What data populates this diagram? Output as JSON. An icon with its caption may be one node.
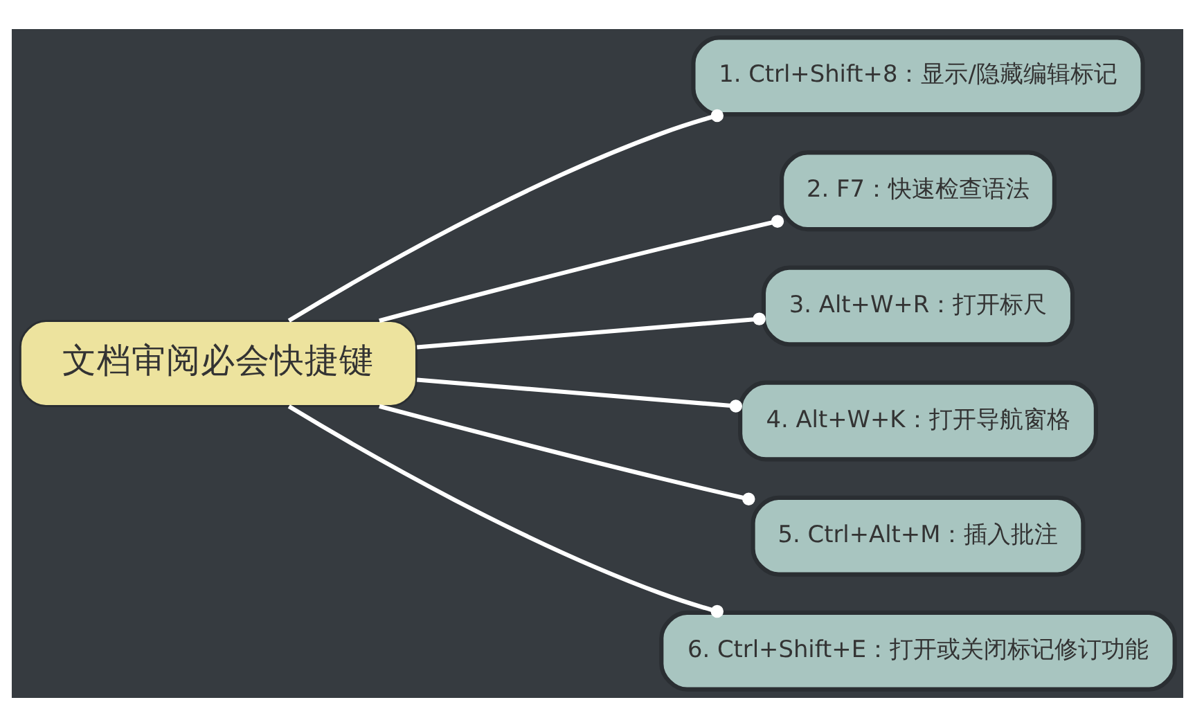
{
  "diagram": {
    "nodes": [
      {
        "text": [
          "文档审阅必会快捷键"
        ]
      },
      {
        "text": [
          "1. Ctrl+Shift+8：显示/隐藏编辑标记"
        ]
      },
      {
        "text": [
          "2. F7：快速检查语法"
        ]
      },
      {
        "text": [
          "3. Alt+W+R：打开标尺"
        ]
      },
      {
        "text": [
          "4. Alt+W+K：打开导航窗格"
        ]
      },
      {
        "text": [
          "5. Ctrl+Alt+M：插入批注"
        ]
      },
      {
        "text": [
          "6. Ctrl+Shift+E：打开或关闭标记修订功能"
        ]
      }
    ],
    "edges": [
      {
        "from": 0,
        "to": 1,
        "arrow": "other"
      },
      {
        "from": 0,
        "to": 2,
        "arrow": "other"
      },
      {
        "from": 0,
        "to": 3,
        "arrow": "other"
      },
      {
        "from": 0,
        "to": 4,
        "arrow": "other"
      },
      {
        "from": 0,
        "to": 5,
        "arrow": "other"
      },
      {
        "from": 0,
        "to": 6,
        "arrow": "other"
      }
    ]
  }
}
